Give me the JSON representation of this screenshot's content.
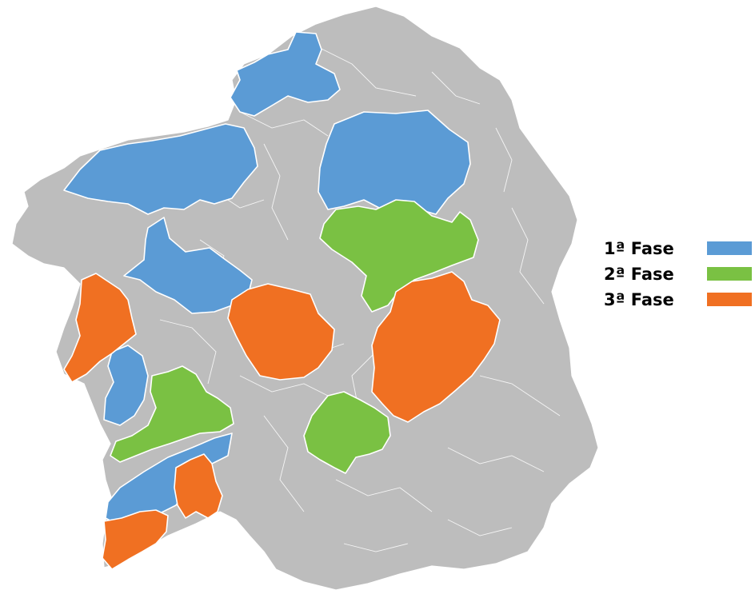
{
  "colors": {
    "base": "#bdbdbd",
    "border": "#ffffff"
  },
  "legend": [
    {
      "label": "1ª Fase",
      "color": "#5b9bd5"
    },
    {
      "label": "2ª Fase",
      "color": "#7ac143"
    },
    {
      "label": "3ª Fase",
      "color": "#f07022"
    }
  ]
}
